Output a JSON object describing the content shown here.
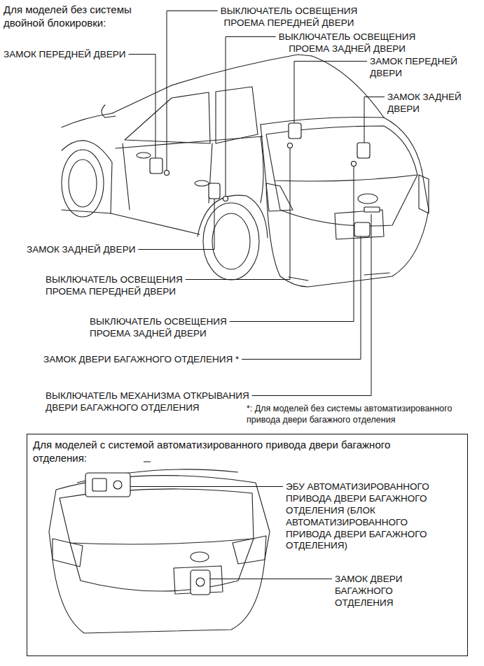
{
  "diagram": {
    "title": "Для моделей без системы двойной блокировки:",
    "nodes": [
      {
        "text": [
          "Для моделей с системой автоматизированного привода двери багажного отделения:"
        ]
      }
    ],
    "labels": [
      "ЗАМОК ПЕРЕДНЕЙ ДВЕРИ",
      "ВЫКЛЮЧАТЕЛЬ ОСВЕЩЕНИЯ ПРОЕМА ПЕРЕДНЕЙ ДВЕРИ",
      "ВЫКЛЮЧАТЕЛЬ ОСВЕЩЕНИЯ ПРОЕМА ЗАДНЕЙ ДВЕРИ",
      "ЗАМОК ПЕРЕДНЕЙ ДВЕРИ",
      "ЗАМОК ЗАДНЕЙ ДВЕРИ",
      "ЗАМОК ЗАДНЕЙ ДВЕРИ",
      "ВЫКЛЮЧАТЕЛЬ ОСВЕЩЕНИЯ ПРОЕМА ПЕРЕДНЕЙ ДВЕРИ",
      "ВЫКЛЮЧАТЕЛЬ ОСВЕЩЕНИЯ ПРОЕМА ЗАДНЕЙ ДВЕРИ",
      "ЗАМОК ДВЕРИ БАГАЖНОГО ОТДЕЛЕНИЯ *",
      "ВЫКЛЮЧАТЕЛЬ МЕХАНИЗМА ОТКРЫВАНИЯ ДВЕРИ БАГАЖНОГО ОТДЕЛЕНИЯ",
      "*: Для моделей без системы автоматизированного привода двери багажного отделения",
      "ЭБУ АВТОМАТИЗИРОВАННОГО ПРИВОДА ДВЕРИ БАГАЖНОГО ОТДЕЛЕНИЯ (БЛОК АВТОМАТИЗИРОВАННОГО ПРИВОДА ДВЕРИ БАГАЖНОГО ОТДЕЛЕНИЯ)",
      "ЗАМОК ДВЕРИ БАГАЖНОГО ОТДЕЛЕНИЯ"
    ]
  }
}
